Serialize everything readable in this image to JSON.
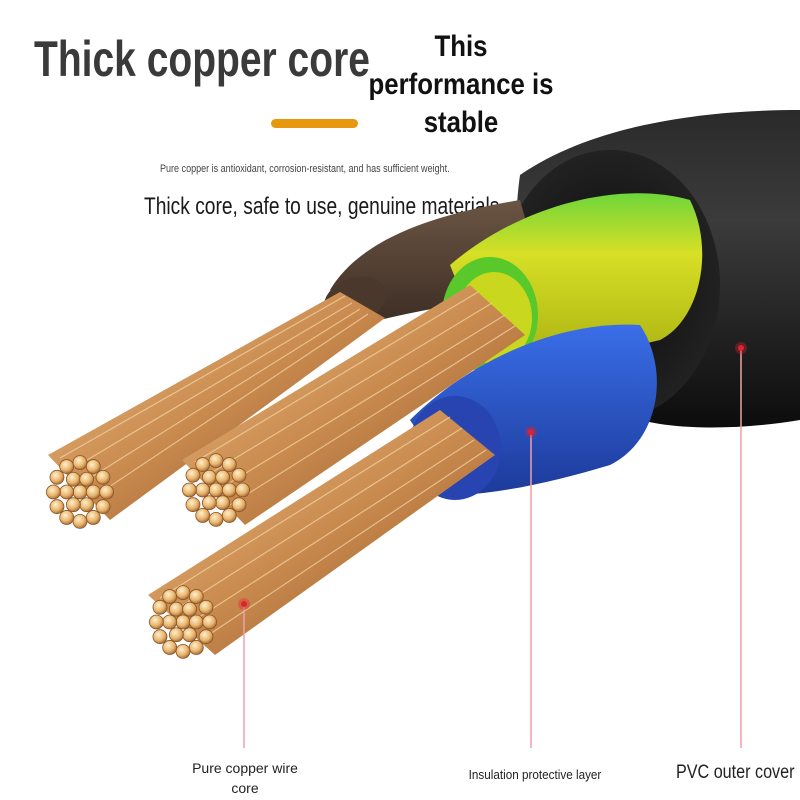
{
  "headline": "Thick copper core",
  "subheadline": "This performance is stable",
  "note": "Pure copper is antioxidant, corrosion-resistant, and has sufficient weight.",
  "tagline": "Thick core, safe to use, genuine materials",
  "callouts": {
    "copper": "Pure copper wire core",
    "insulation": "Insulation protective layer",
    "pvc": "PVC outer cover"
  },
  "colors": {
    "accent": "#e8980f",
    "outer_sheath": "#1c1c1c",
    "brown_insulation": "#5a4638",
    "earth_green": "#4ccc28",
    "earth_yellow": "#e6e020",
    "blue_insulation": "#2850c8",
    "copper": "#c98a4e",
    "callout_red": "#e0222e"
  }
}
